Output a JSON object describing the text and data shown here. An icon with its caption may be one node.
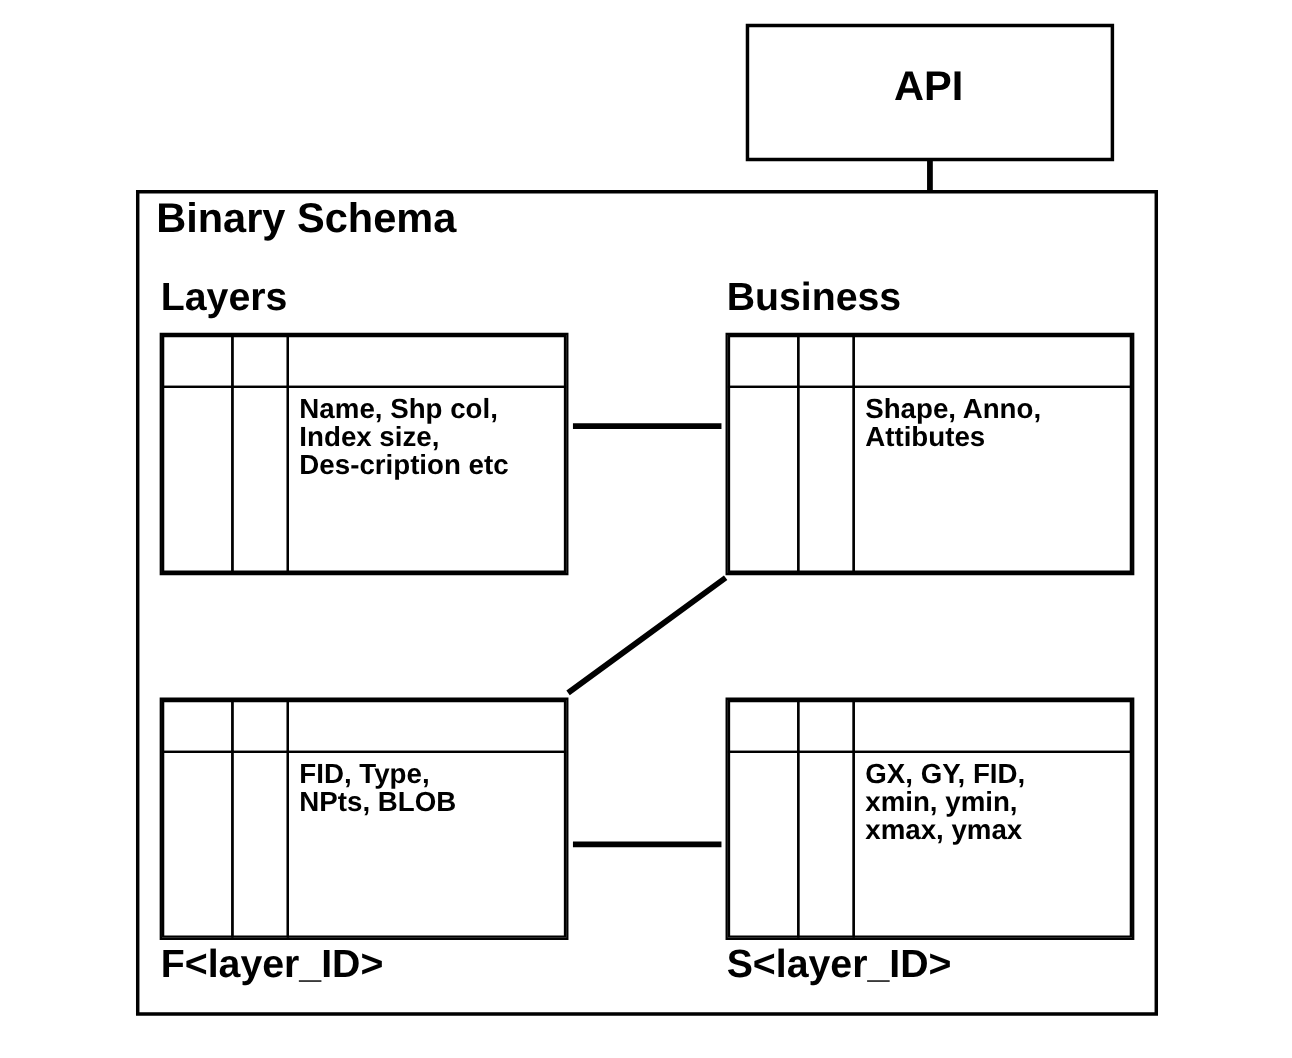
{
  "diagram": {
    "nodes": [
      {
        "text": [
          "API"
        ]
      },
      {
        "text": [
          "Binary Schema"
        ]
      },
      {
        "text": [
          "Layers",
          "Name, Shp col, Index size, Des-cription etc"
        ],
        "in": 1
      },
      {
        "text": [
          "Business",
          "Shape, Anno, Attibutes"
        ],
        "in": 1
      },
      {
        "text": [
          "FID, Type, NPts, BLOB",
          "F<layer_ID>"
        ],
        "in": 1
      },
      {
        "text": [
          "GX, GY, FID, xmin, ymin, xmax, ymax",
          "S<layer_ID>"
        ],
        "in": 1
      }
    ],
    "edges": [
      {
        "from": 0,
        "to": 1,
        "arrow": "none"
      },
      {
        "from": 2,
        "to": 3,
        "arrow": "none"
      },
      {
        "from": 3,
        "to": 4,
        "arrow": "none"
      },
      {
        "from": 4,
        "to": 5,
        "arrow": "none"
      }
    ]
  }
}
